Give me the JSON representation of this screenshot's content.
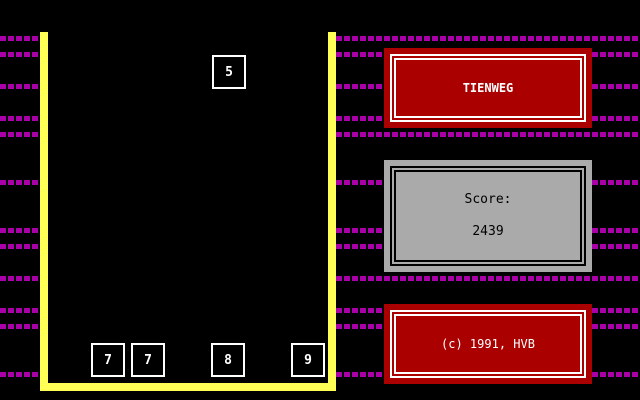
{
  "game": {
    "title": "TIENWEG",
    "score_label": "Score:",
    "score": "2439",
    "copyright": "(c) 1991, HVB"
  },
  "falling_tile": "5",
  "stack_tiles": [
    "7",
    "7",
    "8",
    "9"
  ],
  "colors": {
    "wall": "#ffff55",
    "pattern": "#aa00aa",
    "title_panel": "#aa0000",
    "score_panel": "#aaaaaa"
  }
}
